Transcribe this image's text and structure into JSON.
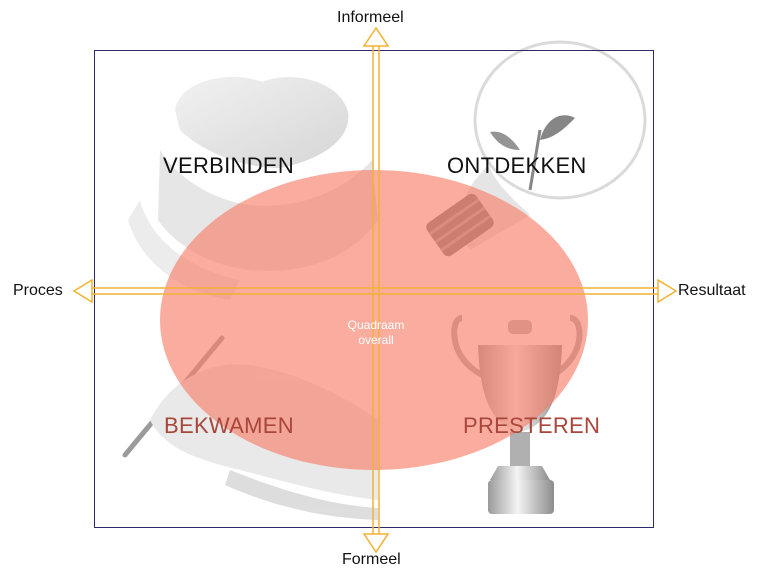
{
  "axes": {
    "top": "Informeel",
    "bottom": "Formeel",
    "left": "Proces",
    "right": "Resultaat"
  },
  "quadrants": {
    "top_left": "VERBINDEN",
    "top_right": "ONTDEKKEN",
    "bottom_left": "BEKWAMEN",
    "bottom_right": "PRESTEREN"
  },
  "center": {
    "line1": "Quadraam",
    "line2": "overall"
  },
  "colors": {
    "frame": "#2b2a6b",
    "arrow": "#f2b233",
    "ellipse": "#f77f6c",
    "quadrant_text": "#111111",
    "overlay_text": "#a8463a"
  },
  "icons": [
    "hands-heart-icon",
    "lightbulb-plant-icon",
    "hand-pen-icon",
    "trophy-icon"
  ]
}
